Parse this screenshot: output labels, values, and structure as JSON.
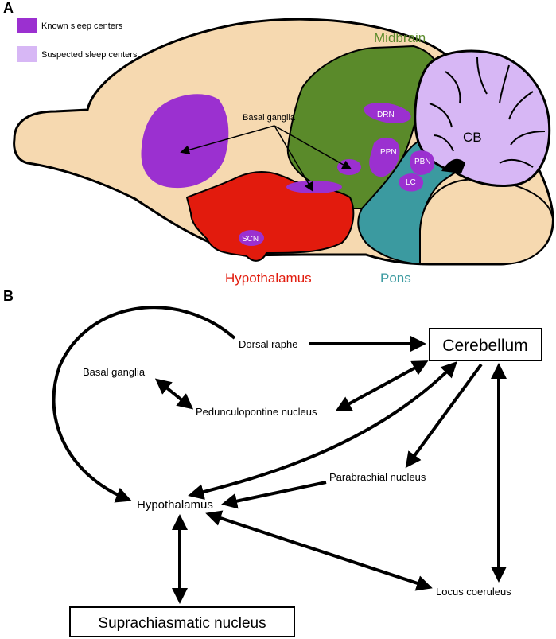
{
  "panel_a": {
    "label": "A",
    "legend": {
      "known": {
        "label": "Known sleep centers",
        "color": "#9b30d0"
      },
      "suspected": {
        "label": "Suspected sleep centers",
        "color": "#d7b7f5"
      }
    },
    "regions": {
      "midbrain": {
        "label": "Midbrain",
        "color": "#5a8a2a"
      },
      "hypothalamus": {
        "label": "Hypothalamus",
        "color": "#e21b0d"
      },
      "pons": {
        "label": "Pons",
        "color": "#3b9aa0"
      },
      "cerebellum": {
        "label": "CB"
      },
      "cortex_color": "#f6d9b0"
    },
    "structures": {
      "basal_ganglia": "Basal ganglia",
      "drn": "DRN",
      "ppn": "PPN",
      "pbn": "PBN",
      "lc": "LC",
      "scn": "SCN"
    }
  },
  "panel_b": {
    "label": "B",
    "nodes": {
      "dorsal_raphe": "Dorsal raphe",
      "cerebellum": "Cerebellum",
      "basal_ganglia": "Basal ganglia",
      "pedunculopontine": "Pedunculopontine nucleus",
      "parabrachial": "Parabrachial nucleus",
      "hypothalamus": "Hypothalamus",
      "locus_coeruleus": "Locus coeruleus",
      "suprachiasmatic": "Suprachiasmatic nucleus"
    }
  }
}
